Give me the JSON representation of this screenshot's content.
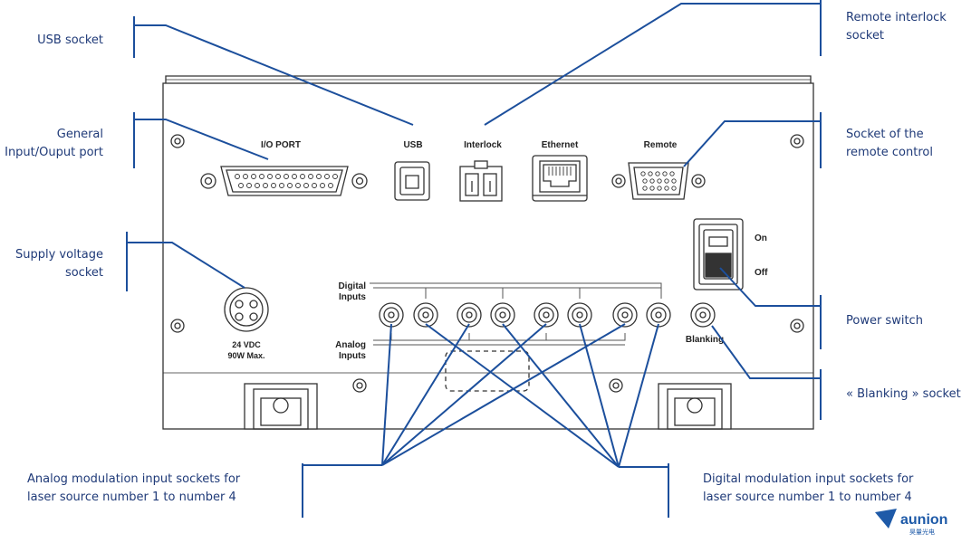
{
  "callouts": {
    "usb_socket": "USB socket",
    "remote_interlock": [
      "Remote interlock",
      "socket"
    ],
    "general_io": [
      "General",
      "Input/Ouput port"
    ],
    "remote_control": [
      "Socket of the",
      "remote control"
    ],
    "supply_voltage": [
      "Supply voltage",
      "socket"
    ],
    "power_switch": "Power switch",
    "blanking_socket": "« Blanking » socket",
    "analog_inputs": [
      "Analog modulation input sockets for",
      "laser source number 1 to number 4"
    ],
    "digital_inputs": [
      "Digital modulation input sockets for",
      "laser source number 1 to number 4"
    ]
  },
  "panel": {
    "io_port": "I/O PORT",
    "usb": "USB",
    "interlock": "Interlock",
    "ethernet": "Ethernet",
    "remote": "Remote",
    "on": "On",
    "off": "Off",
    "digital": [
      "Digital",
      "Inputs"
    ],
    "analog": [
      "Analog",
      "Inputs"
    ],
    "blanking": "Blanking",
    "vdc": [
      "24 VDC",
      "90W Max."
    ]
  },
  "logo": {
    "name": "aunion",
    "sub": "昊量光电"
  },
  "colors": {
    "callout_line": "#1c4f9c",
    "callout_text": "#1f3a78",
    "panel_line": "#333333"
  }
}
